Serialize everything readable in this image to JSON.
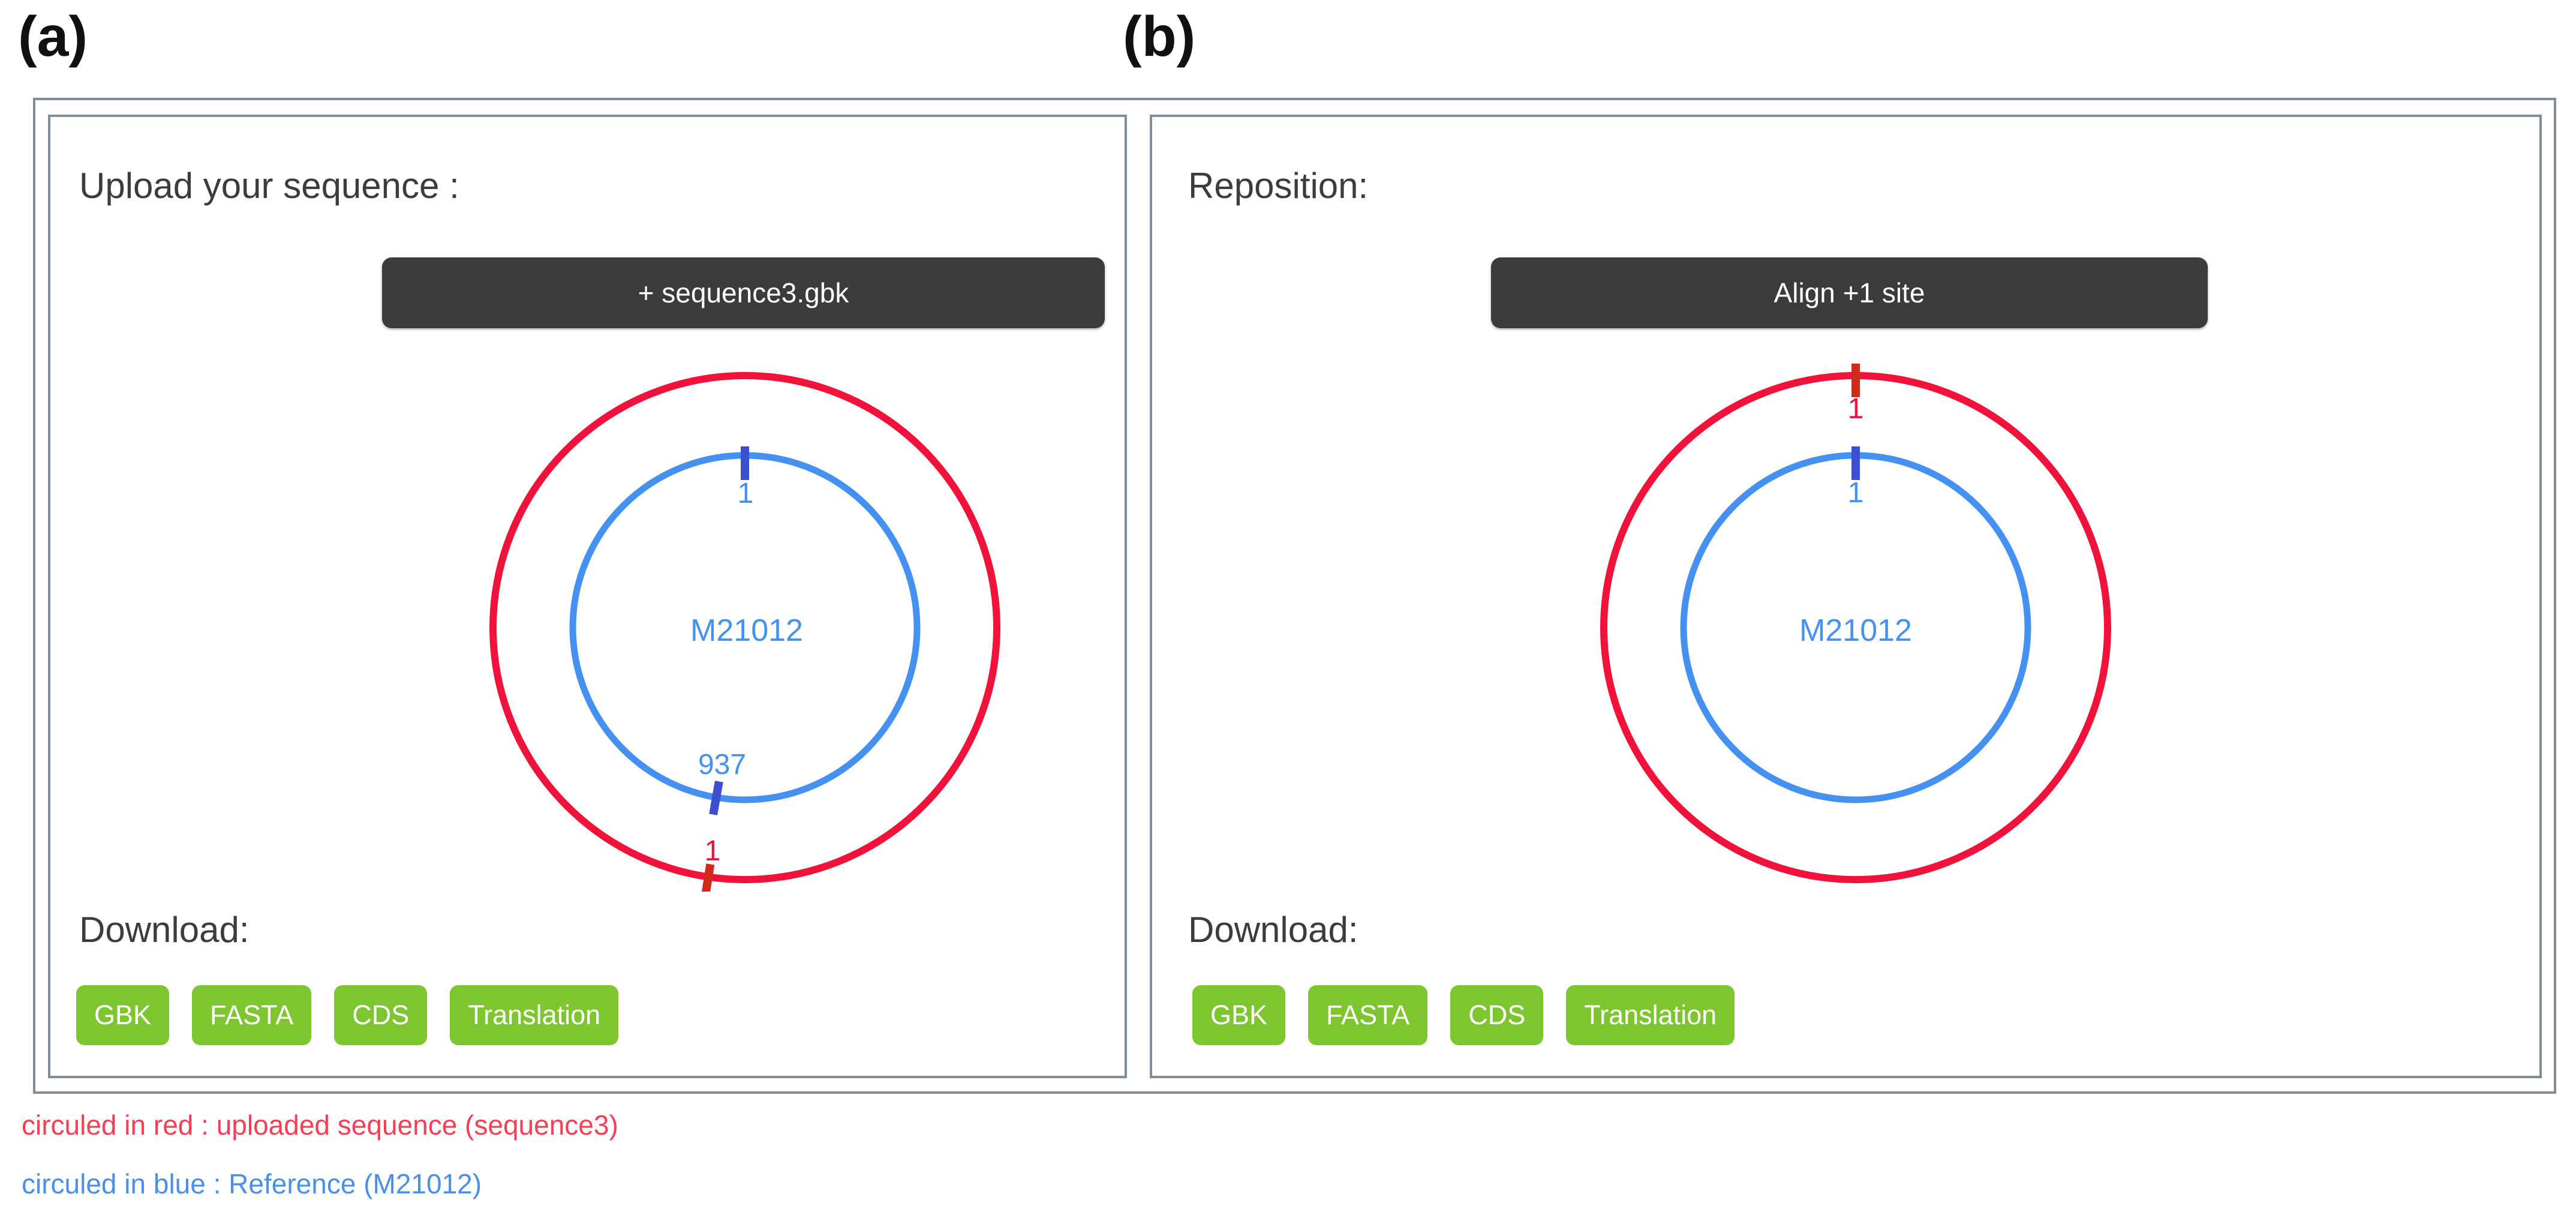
{
  "figure": {
    "panel_a_tag": "(a)",
    "panel_b_tag": "(b)"
  },
  "colors": {
    "uploaded_sequence_red": "#f0123a",
    "reference_blue": "#4591f2",
    "tick_dark_blue": "#3d4fd1",
    "tick_dark_red": "#cf2a1b",
    "download_green": "#7ec62f",
    "dark_button": "#3b3b3b",
    "panel_border": "#7f8d9c",
    "legend_red_text": "#f63e55",
    "legend_blue_text": "#4a90ea"
  },
  "panel_a": {
    "heading": "Upload your sequence :",
    "upload_button_label": "+ sequence3.gbk",
    "plot": {
      "type": "circular-sequence-map",
      "reference_label": "M21012",
      "outer_circle": {
        "role": "uploaded sequence (red)",
        "ticks": [
          {
            "label": "1",
            "position": "bottom-left"
          }
        ]
      },
      "inner_circle": {
        "role": "reference (blue)",
        "ticks": [
          {
            "label": "1",
            "position": "top"
          },
          {
            "label": "937",
            "position": "bottom-left"
          }
        ]
      }
    },
    "download_heading": "Download:",
    "download_buttons": [
      "GBK",
      "FASTA",
      "CDS",
      "Translation"
    ]
  },
  "panel_b": {
    "heading": "Reposition:",
    "action_button_label": "Align +1 site",
    "plot": {
      "type": "circular-sequence-map",
      "reference_label": "M21012",
      "outer_circle": {
        "role": "uploaded sequence (red)",
        "ticks": [
          {
            "label": "1",
            "position": "top"
          }
        ]
      },
      "inner_circle": {
        "role": "reference (blue)",
        "ticks": [
          {
            "label": "1",
            "position": "top"
          }
        ]
      }
    },
    "download_heading": "Download:",
    "download_buttons": [
      "GBK",
      "FASTA",
      "CDS",
      "Translation"
    ]
  },
  "legend": {
    "red_note": "circuled in red : uploaded sequence (sequence3)",
    "blue_note": "circuled in blue : Reference (M21012)"
  }
}
